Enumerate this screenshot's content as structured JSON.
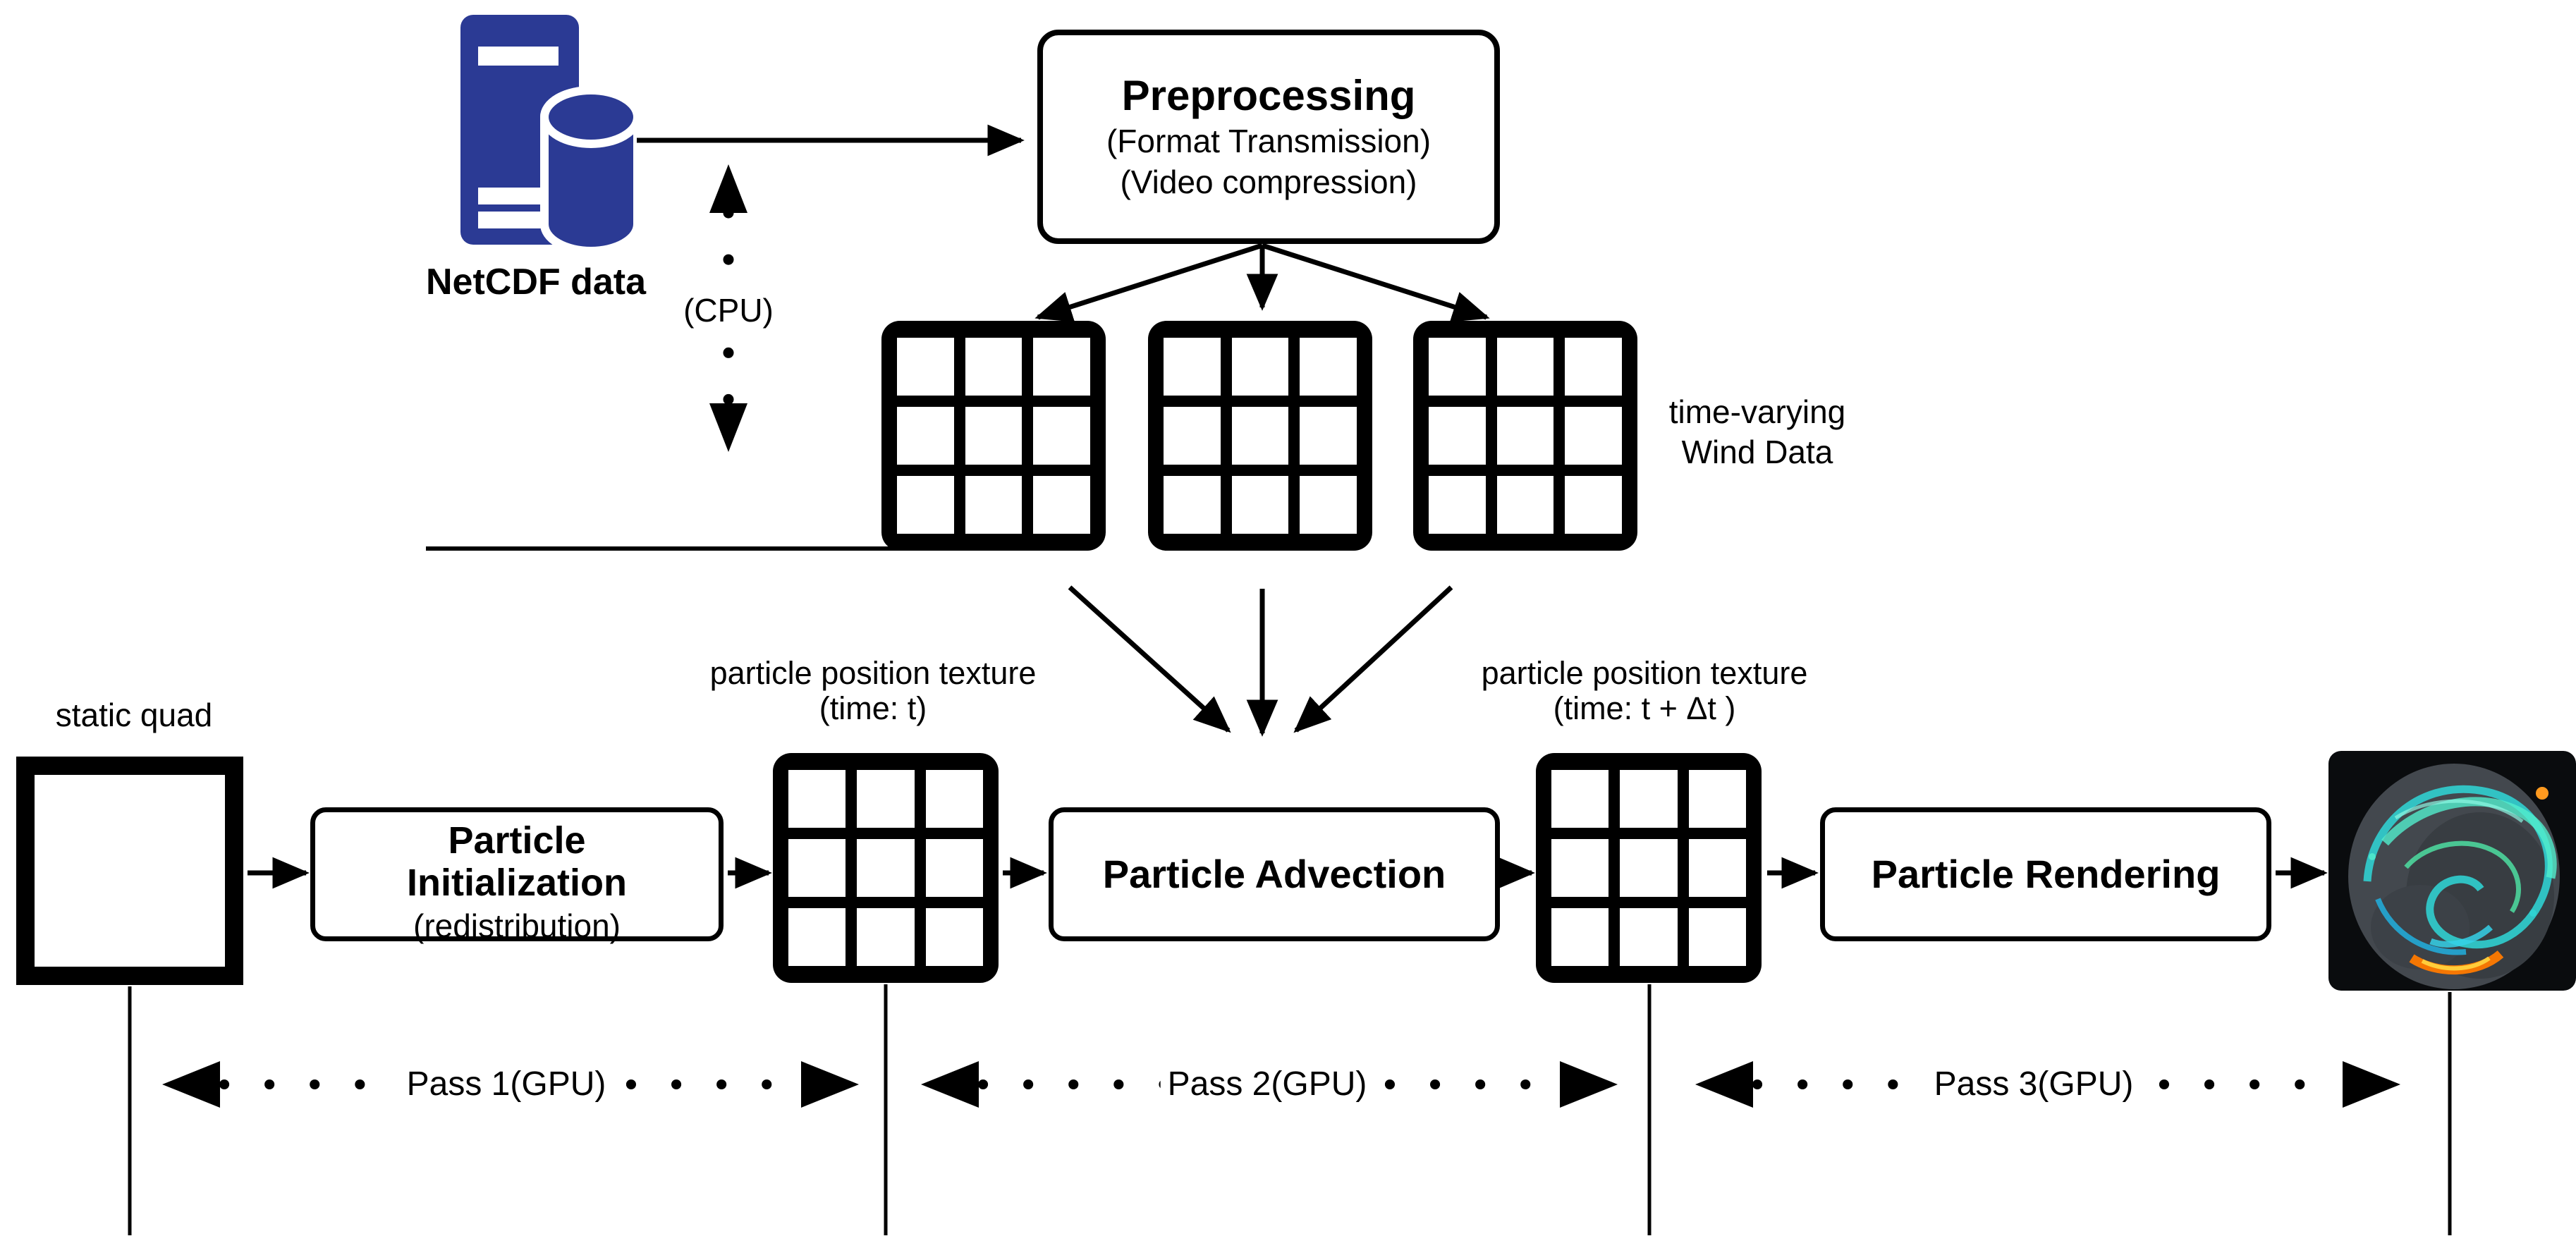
{
  "diagram": {
    "netcdf_label": "NetCDF data",
    "cpu_label": "(CPU)",
    "preprocessing": {
      "title": "Preprocessing",
      "sub1": "(Format Transmission)",
      "sub2": "(Video compression)"
    },
    "wind_data": {
      "line1": "time-varying",
      "line2": "Wind Data"
    },
    "static_quad_label": "static quad",
    "texture_t": {
      "line1": "particle position texture",
      "line2": "(time: t)"
    },
    "texture_t2": {
      "line1": "particle position texture",
      "line2": "(time: t + Δt )"
    },
    "particle_init": {
      "line1": "Particle",
      "line2": "Initialization",
      "sub": "(redistribution)"
    },
    "advection_label": "Particle Advection",
    "rendering_label": "Particle Rendering",
    "passes": {
      "p1": "Pass 1(GPU)",
      "p2": "Pass 2(GPU)",
      "p3": "Pass 3(GPU)"
    },
    "colors": {
      "server_blue": "#2b3a94",
      "wire_black": "#000000",
      "viz_teal": "#2fd8d8",
      "viz_green": "#4fe8a8",
      "viz_orange": "#ff7a00",
      "viz_yellow": "#ffd23e"
    }
  }
}
